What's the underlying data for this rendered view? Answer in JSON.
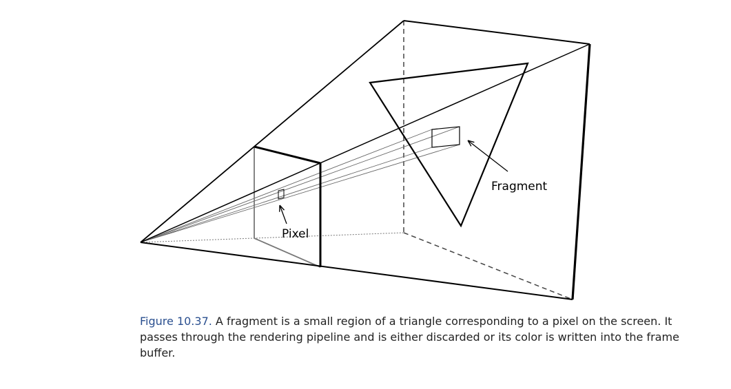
{
  "diagram": {
    "labels": {
      "fragment": "Fragment",
      "pixel": "Pixel"
    }
  },
  "caption": {
    "label": "Figure 10.37.",
    "text": "A fragment is a small region of a triangle corresponding to a pixel on the screen. It passes through the rendering pipeline and is either discarded or its color is written into the frame buffer."
  }
}
